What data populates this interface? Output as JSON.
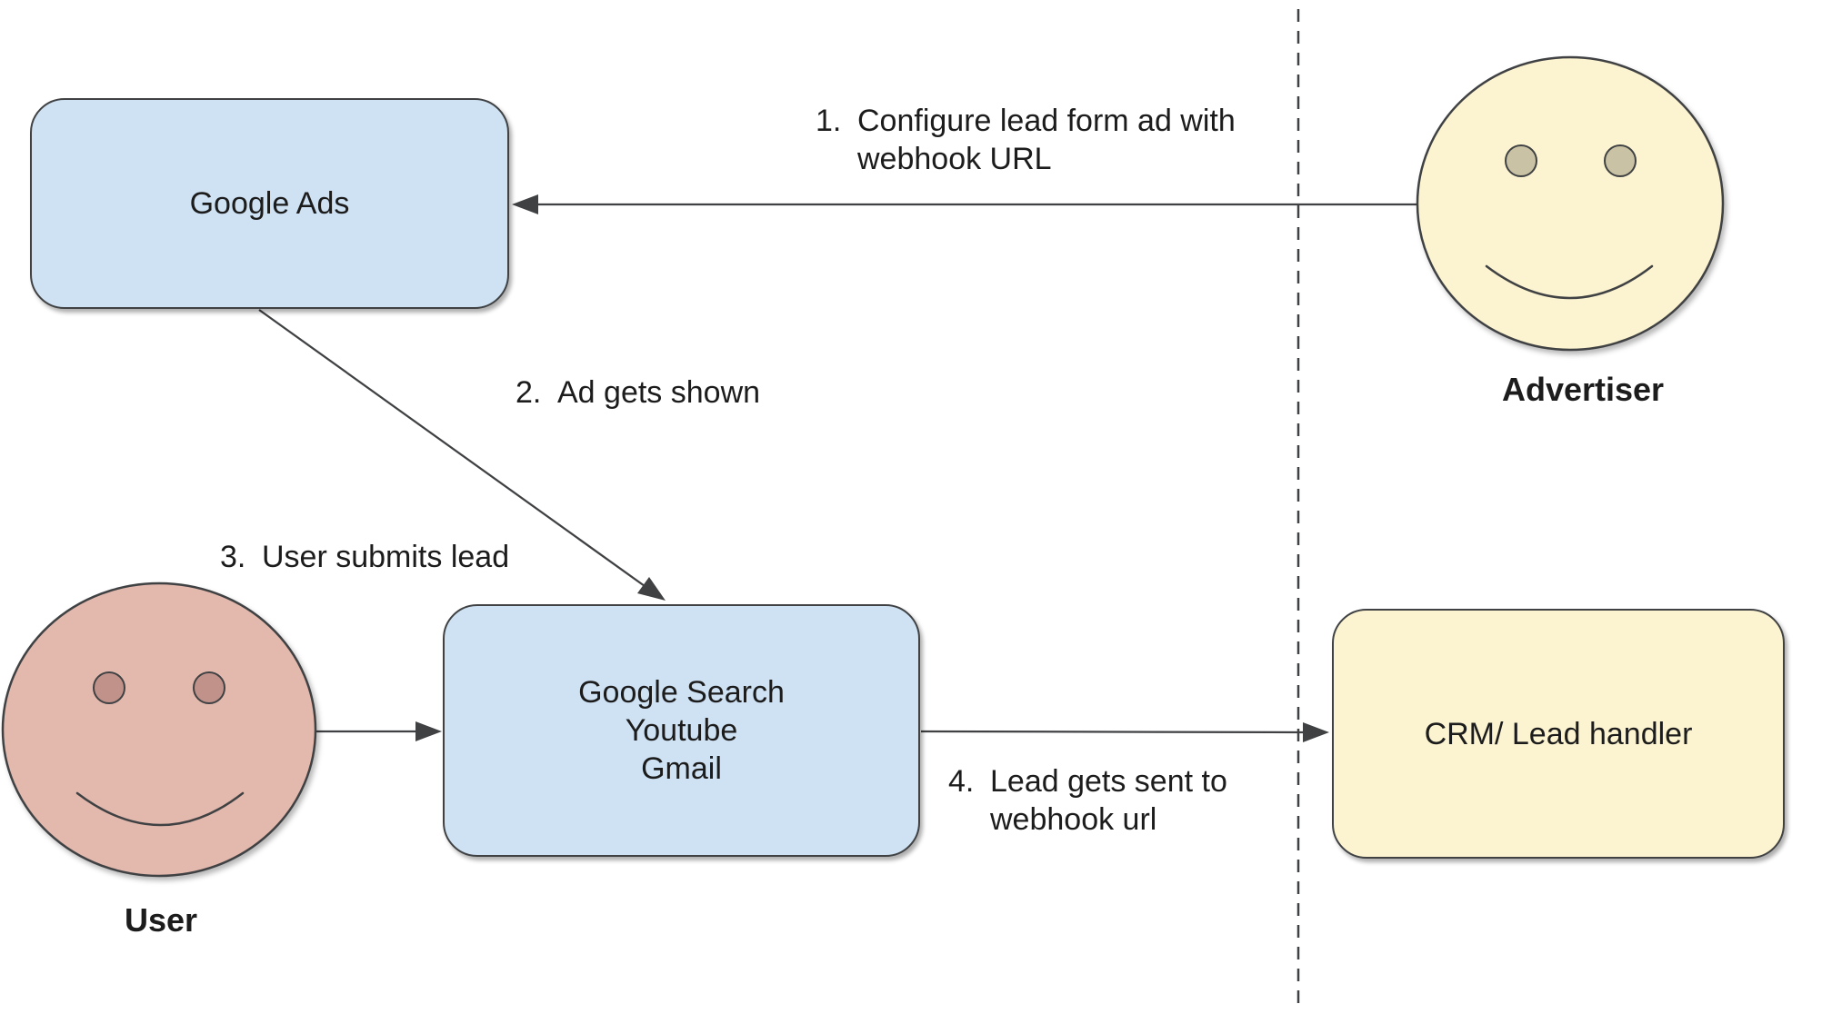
{
  "diagram": {
    "nodes": {
      "google_ads": {
        "label": "Google Ads"
      },
      "google_properties": {
        "lines": [
          "Google Search",
          "Youtube",
          "Gmail"
        ]
      },
      "crm": {
        "label": "CRM/ Lead handler"
      }
    },
    "actors": {
      "advertiser": {
        "label": "Advertiser"
      },
      "user": {
        "label": "User"
      }
    },
    "steps": [
      {
        "number": "1.",
        "lines": [
          "Configure lead form ad with",
          "webhook URL"
        ]
      },
      {
        "number": "2.",
        "lines": [
          "Ad gets shown"
        ]
      },
      {
        "number": "3.",
        "lines": [
          "User submits lead"
        ]
      },
      {
        "number": "4.",
        "lines": [
          "Lead gets sent to",
          "webhook url"
        ]
      }
    ],
    "colors": {
      "node_blue": "#cfe2f3",
      "node_yellow": "#fcf3d0",
      "face_yellow": "#fcf3d0",
      "face_pink": "#e3b9ae",
      "eye_tan": "#c9c2a4",
      "eye_pink": "#c1928a",
      "stroke": "#3f4143",
      "text": "#1c1c1c"
    }
  }
}
